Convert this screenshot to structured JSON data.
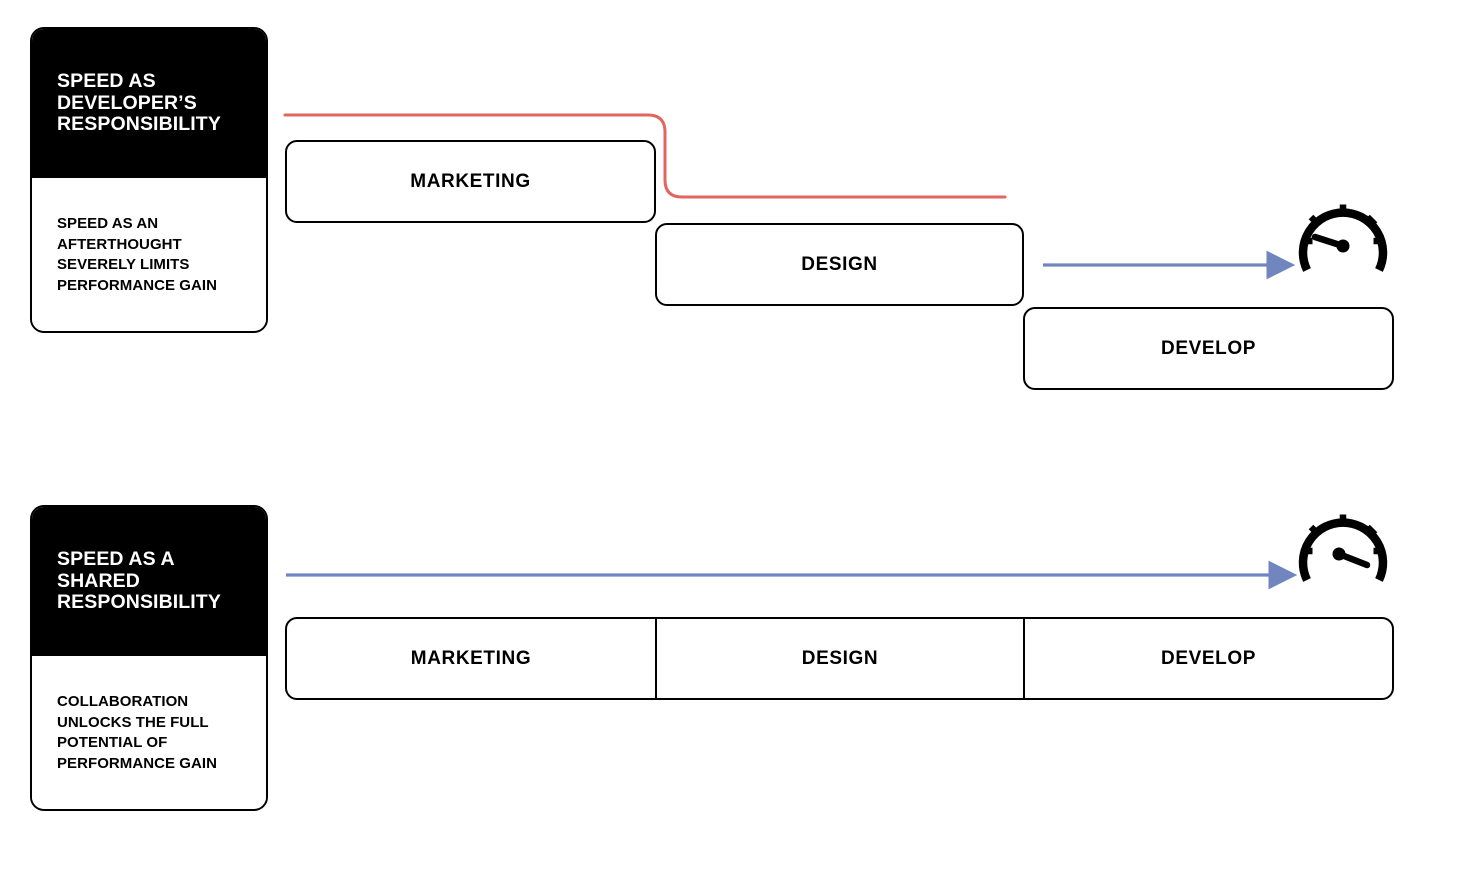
{
  "diagram": {
    "title_rows": [
      {
        "heading": "SPEED AS\nDEVELOPER’S\nRESPONSIBILITY",
        "caption": "SPEED AS AN\nAFTERTHOUGHT\nSEVERELY LIMITS\nPERFORMANCE GAIN"
      },
      {
        "heading": "SPEED AS A\nSHARED\nRESPONSIBILITY",
        "caption": "COLLABORATION\nUNLOCKS THE FULL\nPOTENTIAL OF\nPERFORMANCE GAIN"
      }
    ]
  },
  "row_sequential": {
    "stages": [
      {
        "label": "MARKETING"
      },
      {
        "label": "DESIGN"
      },
      {
        "label": "DEVELOP"
      }
    ],
    "red_path_name": "delayed-speed-consideration-path",
    "blue_arrow_name": "short-speed-arrow",
    "gauge": {
      "name": "speedometer-low",
      "needle_label": "low",
      "needle_angle_deg": -156
    }
  },
  "row_parallel": {
    "stages": [
      {
        "label": "MARKETING"
      },
      {
        "label": "DESIGN"
      },
      {
        "label": "DEVELOP"
      }
    ],
    "blue_arrow_name": "full-width-speed-arrow",
    "gauge": {
      "name": "speedometer-high",
      "needle_label": "high",
      "needle_angle_deg": 22
    }
  },
  "colors": {
    "ink": "#000000",
    "paper": "#ffffff",
    "red_line": "#e0665f",
    "blue_arrow": "#7186bf"
  }
}
